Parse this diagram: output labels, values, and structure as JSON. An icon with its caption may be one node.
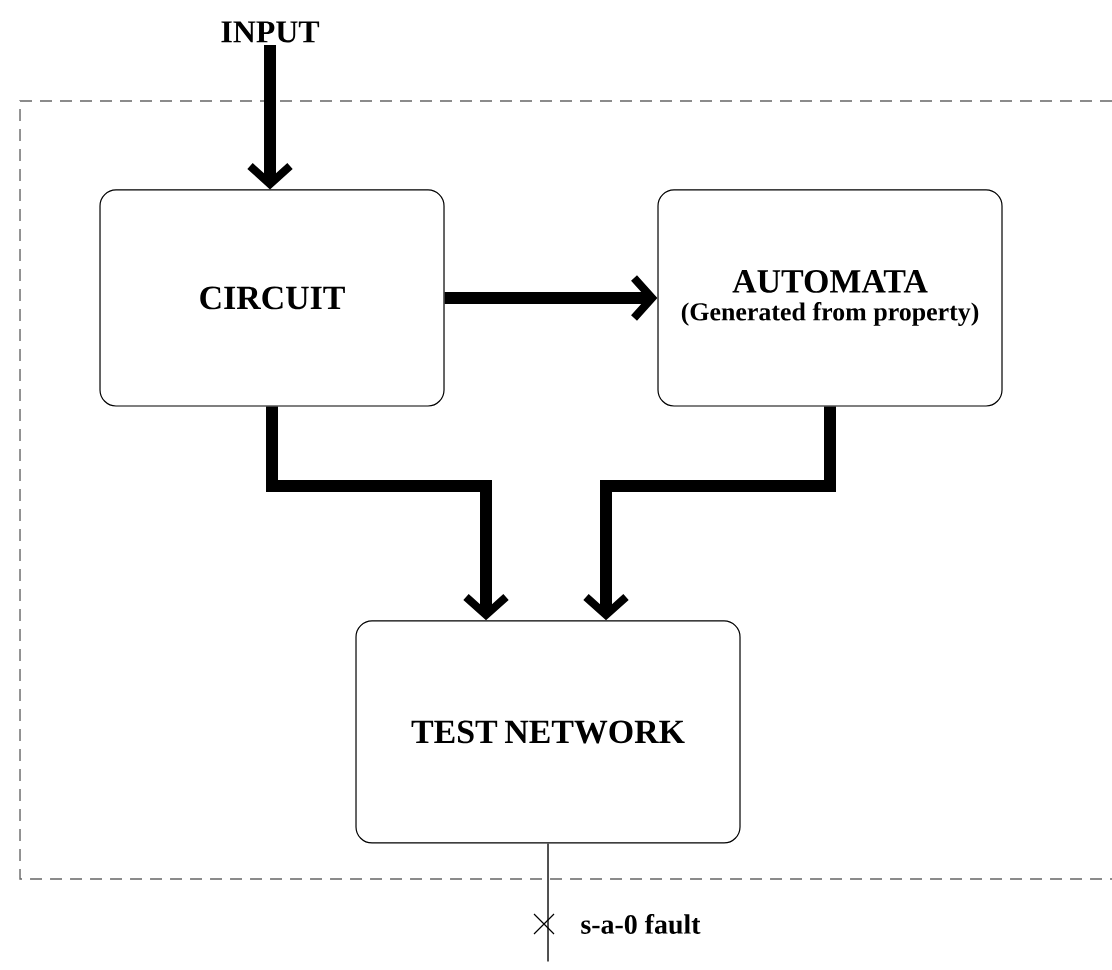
{
  "diagram": {
    "nodes": [
      {
        "text": [
          "INPUT"
        ]
      },
      {
        "text": [],
        "shape": "box"
      },
      {
        "text": [
          "CIRCUIT"
        ],
        "in": 1
      },
      {
        "text": [
          "AUTOMATA",
          "(Generated from property)"
        ],
        "in": 1
      },
      {
        "text": [
          "TEST NETWORK"
        ],
        "in": 1
      }
    ],
    "edges": [
      {
        "from": 0,
        "to": 2,
        "arrow": "to"
      },
      {
        "from": 2,
        "to": 3,
        "arrow": "to"
      },
      {
        "from": 2,
        "to": 4,
        "arrow": "to"
      },
      {
        "from": 3,
        "to": 4,
        "arrow": "to"
      },
      {
        "from": 4,
        "to": null,
        "arrow": "none"
      }
    ],
    "labels": [
      "s-a-0 fault"
    ]
  }
}
